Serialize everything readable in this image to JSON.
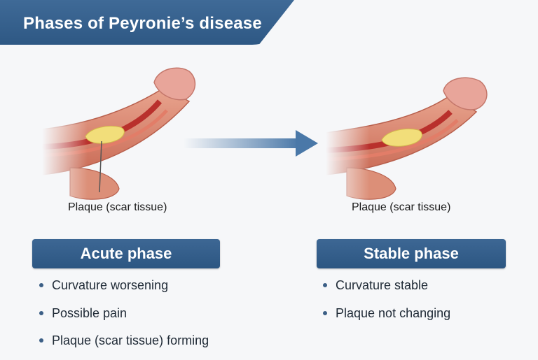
{
  "header": {
    "title": "Phases of Peyronie’s disease"
  },
  "illustration": {
    "left_caption": "Plaque (scar tissue)",
    "right_caption": "Plaque (scar tissue)"
  },
  "phases": {
    "acute": {
      "title": "Acute phase",
      "items": [
        "Curvature worsening",
        "Possible pain",
        "Plaque (scar tissue) forming"
      ]
    },
    "stable": {
      "title": "Stable phase",
      "items": [
        "Curvature stable",
        "Plaque not changing"
      ]
    }
  },
  "colors": {
    "banner": "#2e5884",
    "tissue": "#d98a74",
    "plaque": "#f2de7a",
    "arrow": "#4a78a8"
  }
}
